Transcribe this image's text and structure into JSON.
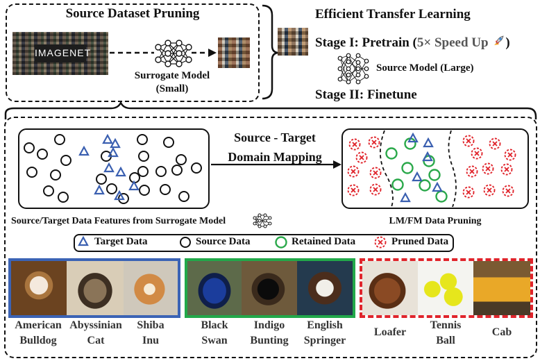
{
  "top": {
    "pruning_title": "Source Dataset Pruning",
    "imagenet_logo_text": "IMAGENET",
    "surrogate_label_line1": "Surrogate Model",
    "surrogate_label_line2": "(Small)",
    "transfer_title": "Efficient Transfer Learning",
    "stage1_prefix": "Stage I: Pretrain (",
    "stage1_speed": "5× Speed Up",
    "stage1_suffix": ")",
    "rocket_icon": "rocket-icon",
    "source_model_label": "Source Model (Large)",
    "stage2": "Stage II: Finetune"
  },
  "mapping": {
    "arrow_label_line1": "Source - Target",
    "arrow_label_line2": "Domain Mapping",
    "left_caption": "Source/Target Data Features from Surrogate Model",
    "right_caption": "LM/FM Data Pruning"
  },
  "legend": {
    "items": [
      {
        "label": "Target Data",
        "icon": "triangle-icon"
      },
      {
        "label": "Source Data",
        "icon": "circle-icon"
      },
      {
        "label": "Retained Data",
        "icon": "green-circle-icon"
      },
      {
        "label": "Pruned Data",
        "icon": "pruned-x-circle-icon"
      }
    ]
  },
  "colors": {
    "target_blue": "#3a5fb0",
    "retained_green": "#2aa84a",
    "pruned_red": "#e0242b",
    "group_blue": "#3b63b5",
    "group_green": "#22a84a",
    "group_red": "#e0242b"
  },
  "target_classes": [
    {
      "line1": "American",
      "line2": "Bulldog"
    },
    {
      "line1": "Abyssinian",
      "line2": "Cat"
    },
    {
      "line1": "Shiba",
      "line2": "Inu"
    }
  ],
  "retained_classes": [
    {
      "line1": "Black",
      "line2": "Swan"
    },
    {
      "line1": "Indigo",
      "line2": "Bunting"
    },
    {
      "line1": "English",
      "line2": "Springer"
    }
  ],
  "pruned_classes": [
    {
      "line1": "Loafer",
      "line2": ""
    },
    {
      "line1": "Tennis",
      "line2": "Ball"
    },
    {
      "line1": "Cab",
      "line2": ""
    }
  ]
}
